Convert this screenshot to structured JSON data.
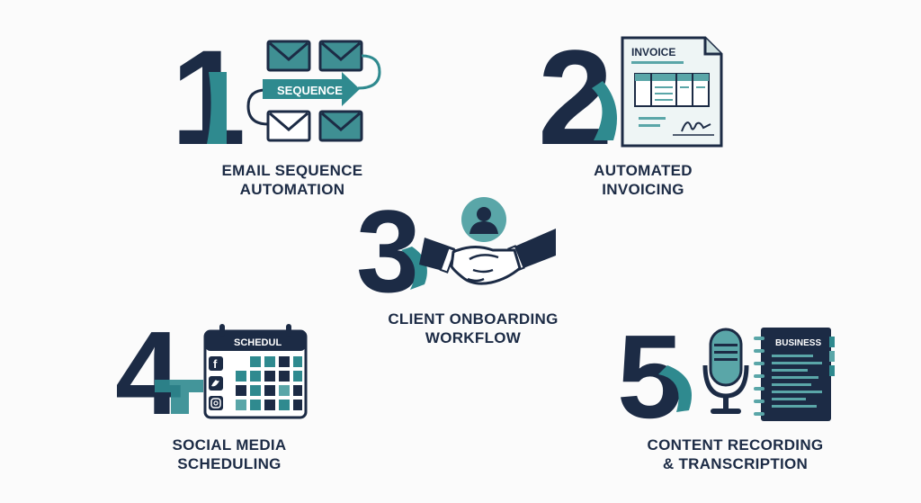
{
  "colors": {
    "navy": "#1c2b45",
    "teal": "#2f8a8f",
    "teal_light": "#5aa6a8",
    "pale": "#e9f1f1"
  },
  "items": [
    {
      "number": "1",
      "caption_line1": "EMAIL SEQUENCE",
      "caption_line2": "AUTOMATION",
      "graphic_label": "SEQUENCE",
      "icon": "email-sequence-icon"
    },
    {
      "number": "2",
      "caption_line1": "AUTOMATED",
      "caption_line2": "INVOICING",
      "graphic_label": "INVOICE",
      "icon": "invoice-document-icon"
    },
    {
      "number": "3",
      "caption_line1": "CLIENT ONBOARDING",
      "caption_line2": "WORKFLOW",
      "icon": "handshake-icon"
    },
    {
      "number": "4",
      "caption_line1": "SOCIAL MEDIA",
      "caption_line2": "SCHEDULING",
      "graphic_label": "SCHEDUL",
      "icon": "calendar-icon"
    },
    {
      "number": "5",
      "caption_line1": "CONTENT RECORDING",
      "caption_line2": "& TRANSCRIPTION",
      "graphic_label": "BUSINESS",
      "icon": "microphone-notebook-icon"
    }
  ]
}
